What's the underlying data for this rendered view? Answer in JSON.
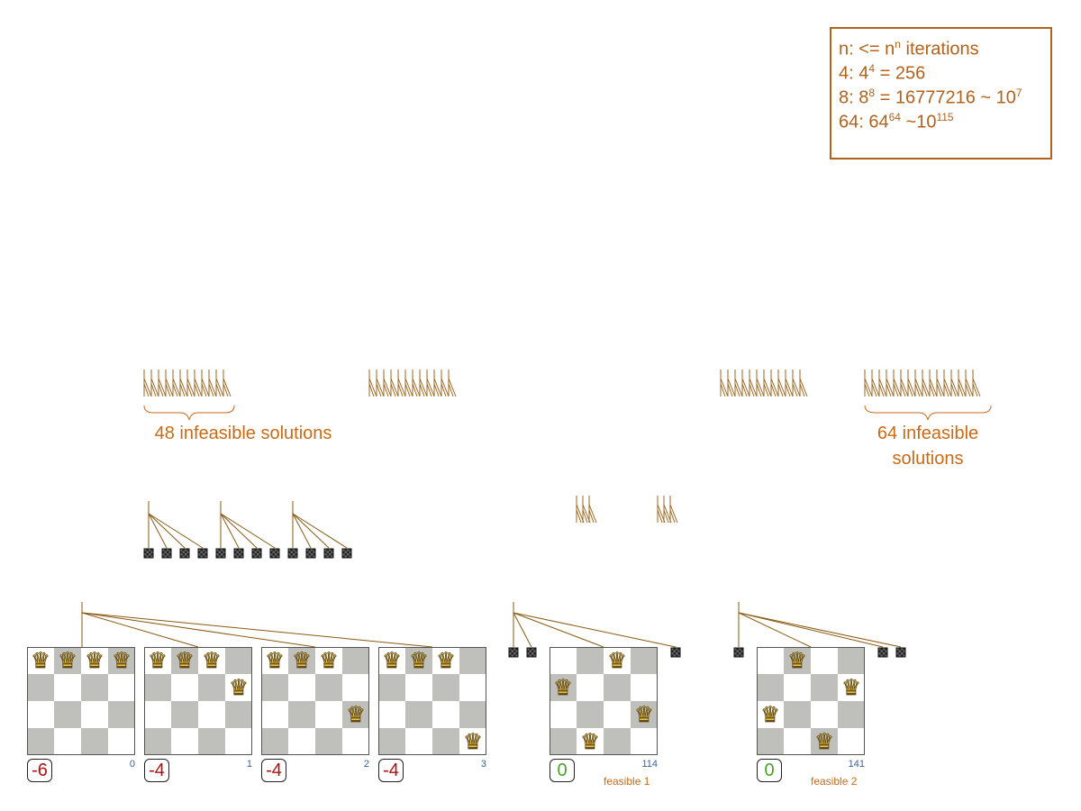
{
  "info_box": {
    "line1": {
      "pre": "n: <= n",
      "sup": "n",
      "post": " iterations"
    },
    "line2": {
      "pre": "4: 4",
      "sup": "4",
      "post": " = 256"
    },
    "line3": {
      "pre": "8: 8",
      "sup": "8",
      "post": " = 16777216 ~ 10",
      "sup2": "7"
    },
    "line4": {
      "pre": "64: 64",
      "sup": "64",
      "post": " ~10",
      "sup2": "115"
    }
  },
  "labels": {
    "left_infeasible": "48 infeasible solutions",
    "right_infeasible_1": "64 infeasible",
    "right_infeasible_2": "solutions"
  },
  "colors": {
    "accent": "#b4621b",
    "label": "#cc6a14",
    "negative_score": "#b01010",
    "zero_score": "#4aa12a",
    "index": "#3d5f9c",
    "dark_cell": "#bfbfbb"
  },
  "boards": [
    {
      "score": "-6",
      "index": "0",
      "queens": [
        0,
        0,
        0,
        0
      ],
      "feasible": ""
    },
    {
      "score": "-4",
      "index": "1",
      "queens": [
        0,
        0,
        0,
        1
      ],
      "feasible": ""
    },
    {
      "score": "-4",
      "index": "2",
      "queens": [
        0,
        0,
        0,
        2
      ],
      "feasible": ""
    },
    {
      "score": "-4",
      "index": "3",
      "queens": [
        0,
        0,
        0,
        3
      ],
      "feasible": ""
    },
    {
      "score": "0",
      "index": "114",
      "queens": [
        1,
        3,
        0,
        2
      ],
      "feasible": "feasible 1"
    },
    {
      "score": "0",
      "index": "141",
      "queens": [
        2,
        0,
        3,
        1
      ],
      "feasible": "feasible 2"
    }
  ]
}
